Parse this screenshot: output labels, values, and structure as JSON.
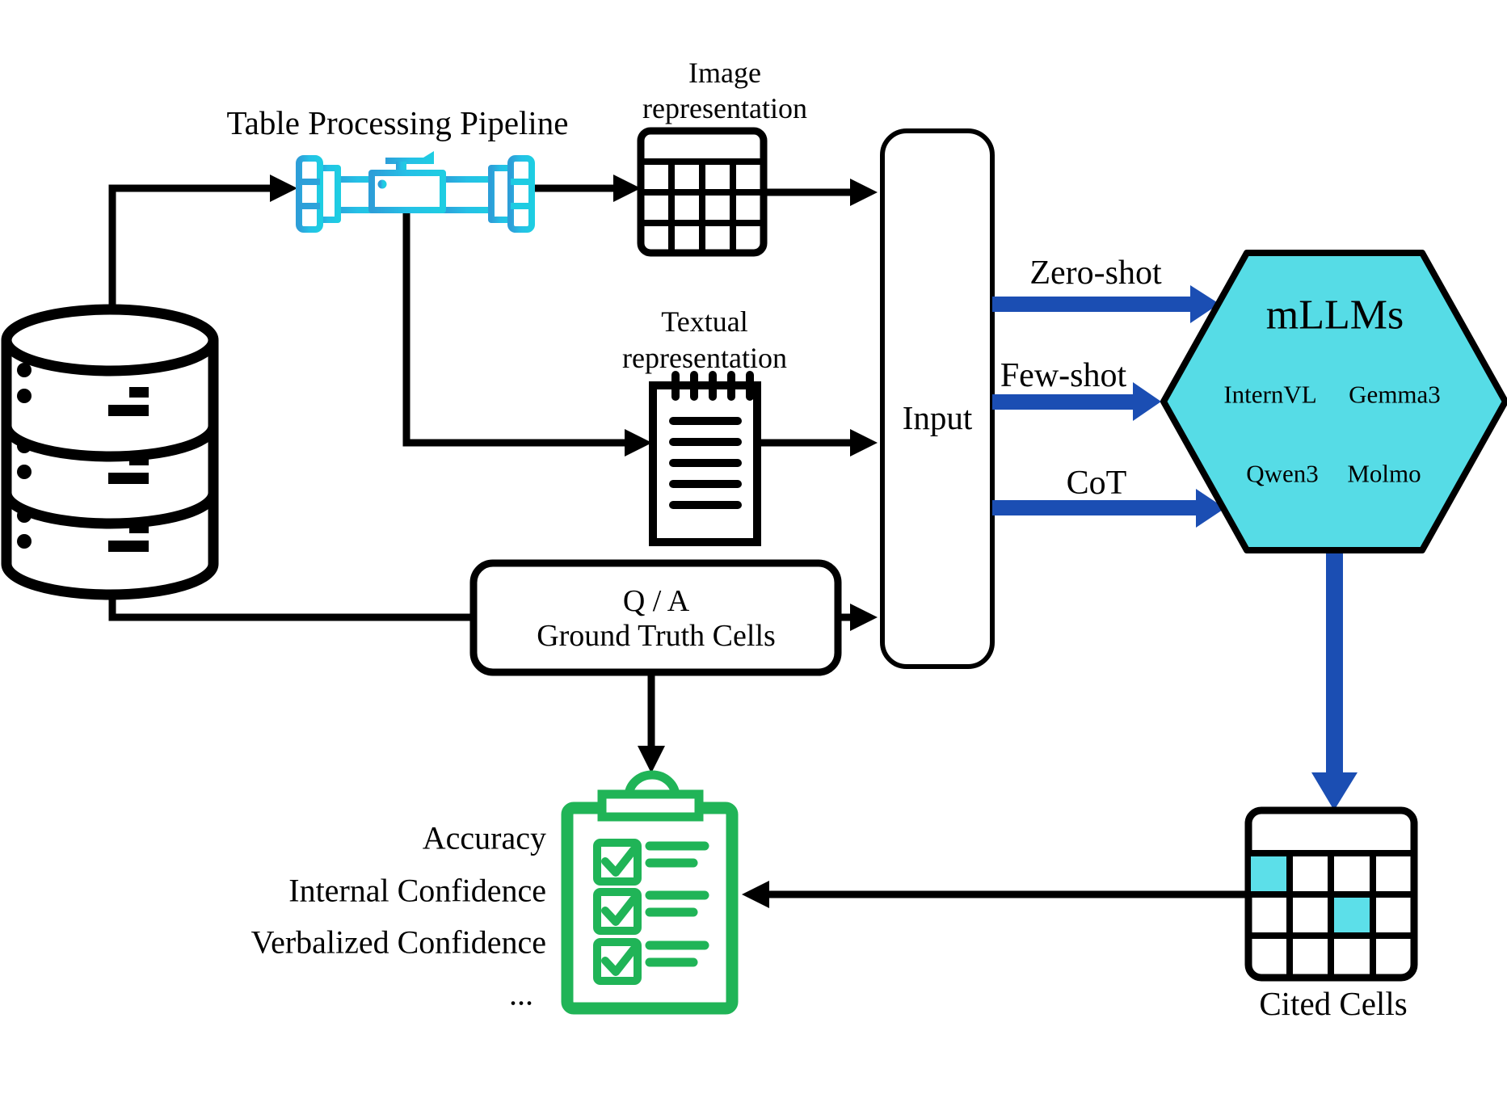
{
  "colors": {
    "accent_blue": "#1b4eb3",
    "hexagon_cyan": "#56dce6",
    "cell_cyan": "#5cdfe9",
    "green": "#20b457",
    "black": "#000000"
  },
  "pipeline_label": "Table Processing Pipeline",
  "image_rep": {
    "line1": "Image",
    "line2": "representation"
  },
  "textual_rep": {
    "line1": "Textual",
    "line2": "representation"
  },
  "qa_box": {
    "line1": "Q / A",
    "line2": "Ground Truth Cells"
  },
  "input_box": {
    "label": "Input"
  },
  "prompts": {
    "zero": "Zero-shot",
    "few": "Few-shot",
    "cot": "CoT"
  },
  "mllm": {
    "title": "mLLMs",
    "models": [
      "InternVL",
      "Gemma3",
      "Qwen3",
      "Molmo"
    ]
  },
  "cited": {
    "label": "Cited Cells"
  },
  "metrics": {
    "m1": "Accuracy",
    "m2": "Internal Confidence",
    "m3": "Verbalized Confidence",
    "more": "..."
  }
}
